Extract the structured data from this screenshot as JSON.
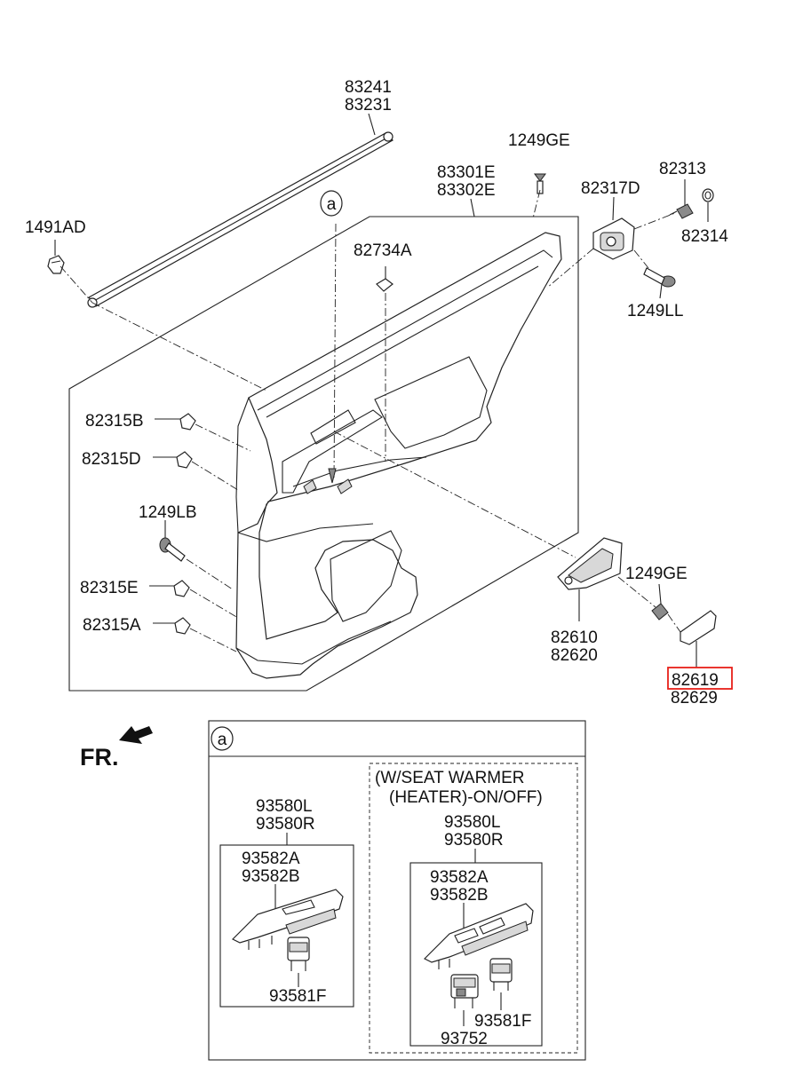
{
  "labels": {
    "l83241": "83241",
    "l83231": "83231",
    "l1249GE_top": "1249GE",
    "l83301E": "83301E",
    "l83302E": "83302E",
    "l82313": "82313",
    "l82317D": "82317D",
    "l82314": "82314",
    "l1491AD": "1491AD",
    "l82734A": "82734A",
    "l1249LL": "1249LL",
    "l82315B": "82315B",
    "l82315D": "82315D",
    "l1249LB": "1249LB",
    "l82315E": "82315E",
    "l82315A": "82315A",
    "l1249GE_right": "1249GE",
    "l82610": "82610",
    "l82620": "82620",
    "l82619": "82619",
    "l82629": "82629",
    "fr": "FR.",
    "callout_a_main": "a",
    "callout_a_detail": "a"
  },
  "detail": {
    "left_panel": {
      "l93580L": "93580L",
      "l93580R": "93580R",
      "l93582A": "93582A",
      "l93582B": "93582B",
      "l93581F": "93581F"
    },
    "right_panel": {
      "heading_line1": "(W/SEAT WARMER",
      "heading_line2": "(HEATER)-ON/OFF)",
      "l93580L": "93580L",
      "l93580R": "93580R",
      "l93582A": "93582A",
      "l93582B": "93582B",
      "l93581F": "93581F",
      "l93752": "93752"
    }
  },
  "highlight_color": "#e8201a"
}
